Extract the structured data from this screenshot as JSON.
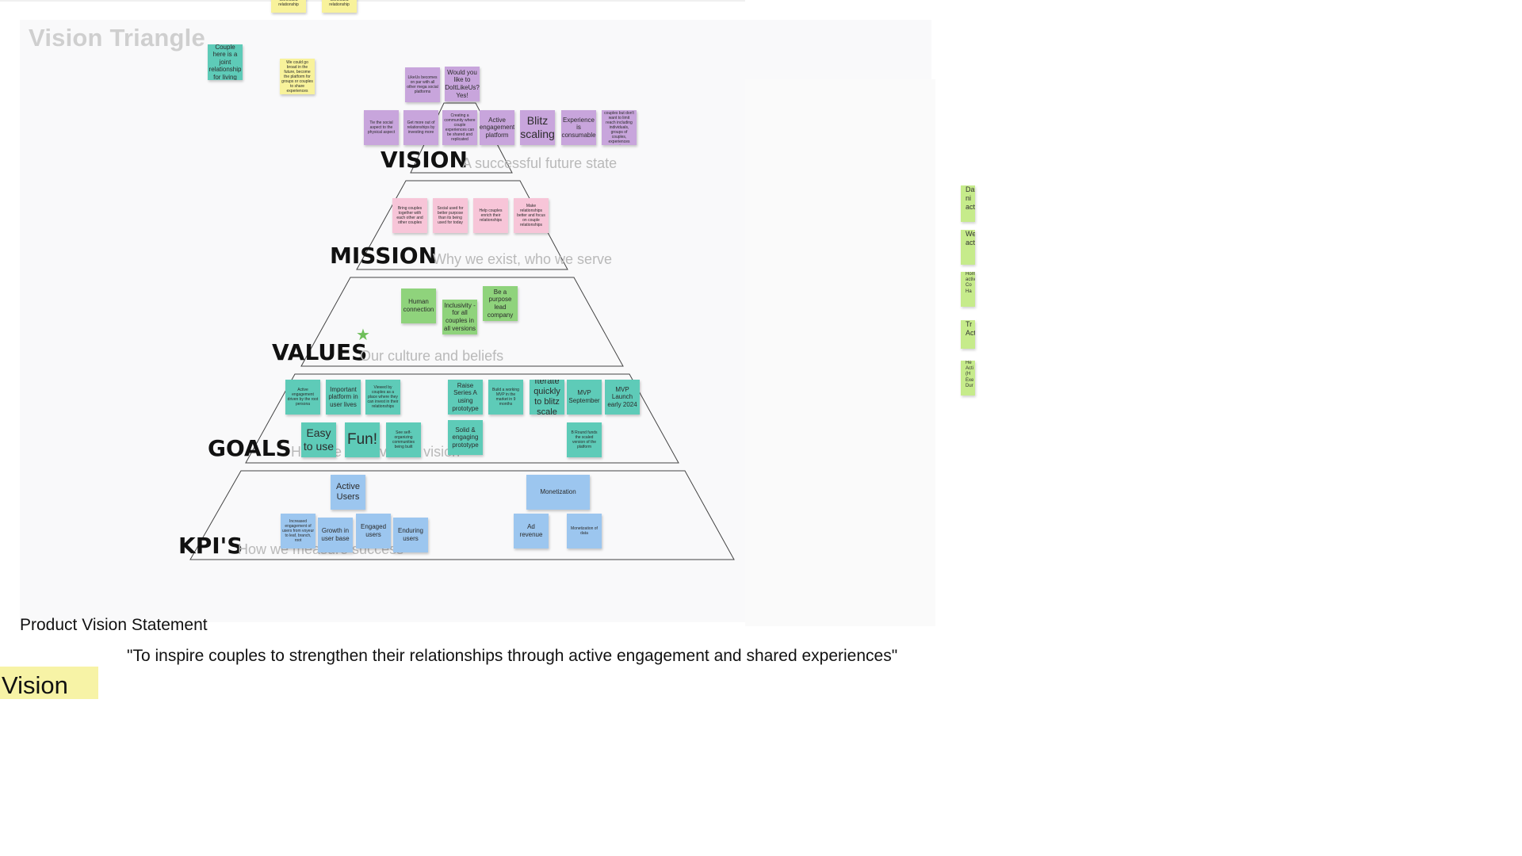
{
  "board_title": "Vision Triangle",
  "tiers": {
    "vision": {
      "title": "VISION",
      "subtitle": "A successful future state"
    },
    "mission": {
      "title": "MISSION",
      "subtitle": "Why we exist, who we serve"
    },
    "values": {
      "title": "VALUES",
      "subtitle": "Our culture and beliefs"
    },
    "goals": {
      "title": "GOALS",
      "subtitle": "How we achieve our vision"
    },
    "kpis": {
      "title": "KPI'S",
      "subtitle": "How we measure success"
    }
  },
  "notes": {
    "top_committed_1": "committed relationship",
    "top_committed_2": "committed relationship",
    "couple_here": "Couple here is a joint relationship for living",
    "we_could_go_broad": "We could go broad in the future, become the platform for groups or couples to share experiences",
    "likeus_becomes": "LikeUs becomes on par with all other mega social platforms",
    "would_you_like": "Would you like to DoItLikeUs? Yes!",
    "tie_social": "Tie the social aspect to the physical aspect",
    "get_more_out": "Get more out of relationships by investing more",
    "creating_community": "Creating a community where couple experiences can be shared and replicated",
    "active_engagement_platform": "Active engagement platform",
    "blitz_scaling": "Blitz scaling",
    "experience_consumable": "Experience is consumable",
    "focus_on_couples": "Focus is on couples but don't want to limit reach including individuals, groups of couples, experiences sessions",
    "bring_couples": "Bring couples together with each other and other couples",
    "social_used": "Social used for better purpose than its being used for today",
    "help_couples": "Help couples enrich their relationships",
    "make_relationships": "Make relationships better and focus on couple relationships",
    "human_connection": "Human connection",
    "inclusivity": "Inclusivity - for all couples in all versions",
    "purpose_lead": "Be a purpose lead company",
    "active_engagement_driven": "Active engagement driven by the root persona",
    "important_platform": "Important platform in user lives",
    "viewed_by_couples": "Viewed by couples as a place where they can invest in their relationships",
    "raise_series_a": "Raise Series A using prototype",
    "build_mvp": "Build a working MVP in the market in 9 months",
    "iterate_quickly": "Iterate quickly to blitz scale",
    "mvp_september": "MVP September",
    "mvp_launch": "MVP Launch early 2024",
    "easy_to_use": "Easy to use",
    "fun": "Fun!",
    "self_organizing": "See self-organizing communities being built",
    "solid_engaging": "Solid & engaging prototype",
    "b_round": "B Round funds the scaled version of the platform",
    "active_users": "Active Users",
    "monetization": "Monetization",
    "increased_engagement": "Increased engagement of users from voyeur to leaf, branch, root",
    "growth_user_base": "Growth in user base",
    "engaged_users": "Engaged users",
    "enduring_users": "Enduring users",
    "ad_revenue": "Ad revenue",
    "monetization_of_data": "Monetization of data"
  },
  "right_notes": [
    "Da ni acti",
    "Wee acti",
    "Home activi Co Ha",
    "Tr Acti",
    "He Acti (H Exe Dur"
  ],
  "product_vision_title": "Product Vision Statement",
  "product_vision_statement": "\"To inspire couples to strengthen their relationships through active engagement and shared experiences\"",
  "vision_tag": "Vision"
}
